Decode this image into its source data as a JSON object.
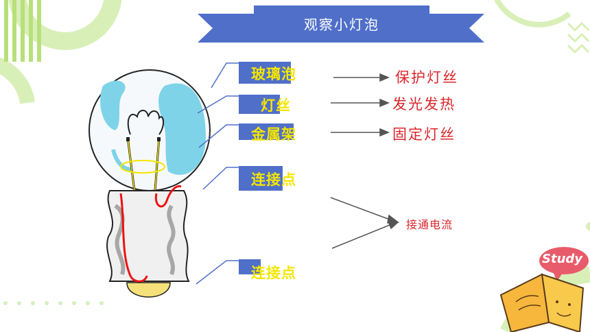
{
  "banner": {
    "title": "观察小灯泡"
  },
  "parts": [
    {
      "label": "玻璃泡",
      "function": "保护灯丝"
    },
    {
      "label": "灯丝",
      "function": "发光发热"
    },
    {
      "label": "金属架",
      "function": "固定灯丝"
    },
    {
      "label": "连接点"
    },
    {
      "label": "连接点"
    }
  ],
  "shared_function": "接通电流",
  "sticker": {
    "text": "Study"
  },
  "colors": {
    "banner": "#4f6fc9",
    "label_text": "#f5e600",
    "result_text": "#d9262c",
    "accent_green": "#8cc63f"
  }
}
